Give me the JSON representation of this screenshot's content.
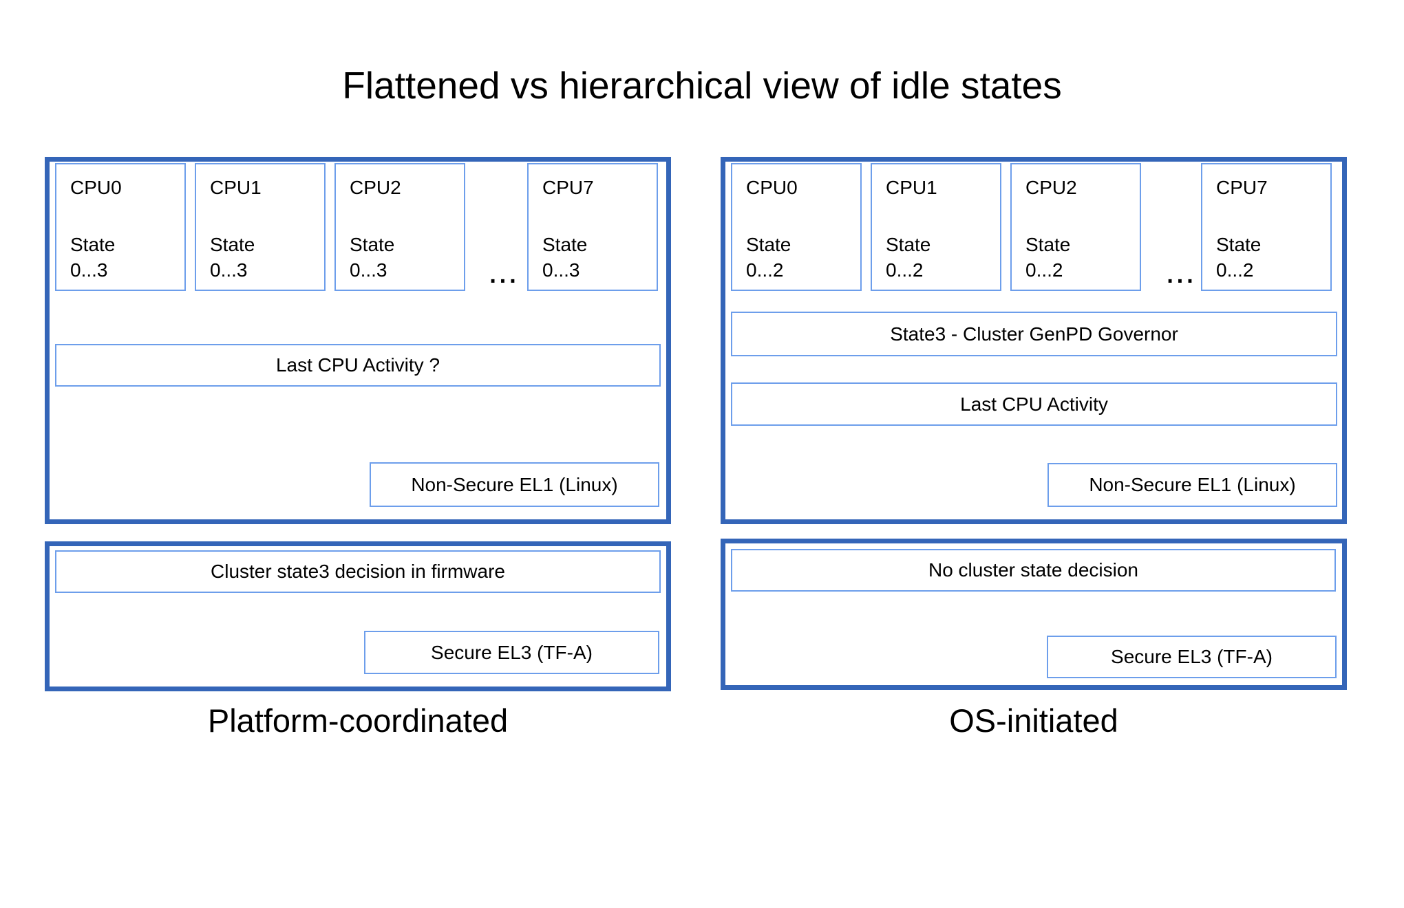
{
  "title": "Flattened vs hierarchical view of idle states",
  "colors": {
    "outer_border": "#3465b8",
    "inner_border": "#6d9eeb",
    "background": "#ffffff",
    "text": "#000000"
  },
  "left_panel": {
    "caption": "Platform-coordinated",
    "ellipsis": "...",
    "cpus": [
      {
        "name": "CPU0",
        "state_label": "State",
        "state_range": "0...3"
      },
      {
        "name": "CPU1",
        "state_label": "State",
        "state_range": "0...3"
      },
      {
        "name": "CPU2",
        "state_label": "State",
        "state_range": "0...3"
      },
      {
        "name": "CPU7",
        "state_label": "State",
        "state_range": "0...3"
      }
    ],
    "activity_box": "Last CPU Activity ?",
    "el1_box": "Non-Secure EL1 (Linux)",
    "decision_box": "Cluster state3 decision in firmware",
    "el3_box": "Secure EL3 (TF-A)"
  },
  "right_panel": {
    "caption": "OS-initiated",
    "ellipsis": "...",
    "cpus": [
      {
        "name": "CPU0",
        "state_label": "State",
        "state_range": "0...2"
      },
      {
        "name": "CPU1",
        "state_label": "State",
        "state_range": "0...2"
      },
      {
        "name": "CPU2",
        "state_label": "State",
        "state_range": "0...2"
      },
      {
        "name": "CPU7",
        "state_label": "State",
        "state_range": "0...2"
      }
    ],
    "governor_box": "State3 - Cluster GenPD Governor",
    "activity_box": "Last CPU Activity",
    "el1_box": "Non-Secure EL1 (Linux)",
    "decision_box": "No cluster state decision",
    "el3_box": "Secure EL3 (TF-A)"
  }
}
